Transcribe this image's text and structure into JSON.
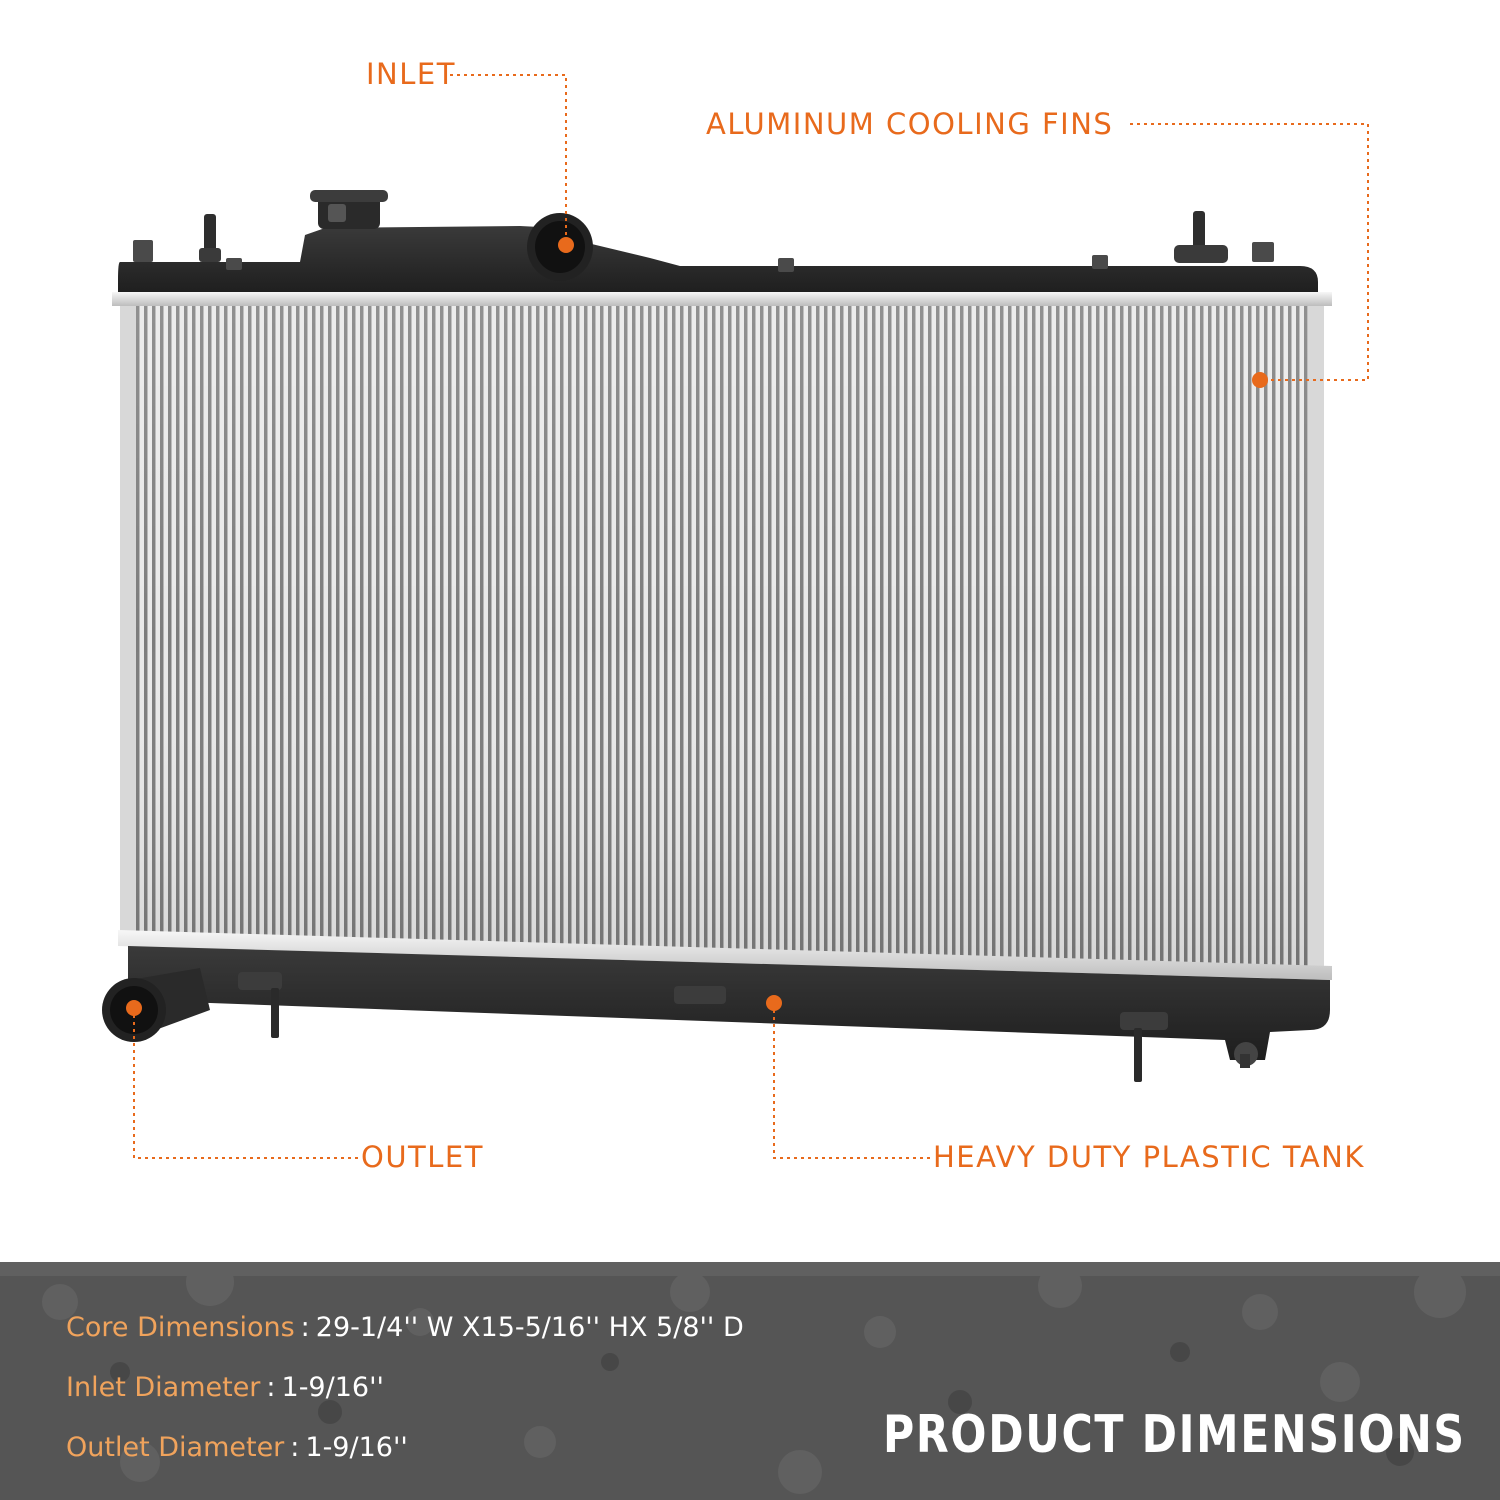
{
  "callouts": {
    "inlet": "INLET",
    "fins": "ALUMINUM COOLING FINS",
    "outlet": "OUTLET",
    "tank": "HEAVY DUTY PLASTIC TANK"
  },
  "specs": {
    "title": "PRODUCT DIMENSIONS",
    "rows": [
      {
        "label": "Core Dimensions",
        "value": "29-1/4'' W X15-5/16'' HX 5/8'' D"
      },
      {
        "label": "Inlet Diameter",
        "value": "1-9/16''"
      },
      {
        "label": "Outlet Diameter",
        "value": "1-9/16''"
      }
    ]
  },
  "colors": {
    "accent": "#e86a1c",
    "label": "#f0a35c",
    "panel": "#4f4f4f",
    "tank": "#2b2b2b"
  },
  "icons": {
    "product": "radiator-illustration",
    "marker": "callout-dot-icon"
  }
}
